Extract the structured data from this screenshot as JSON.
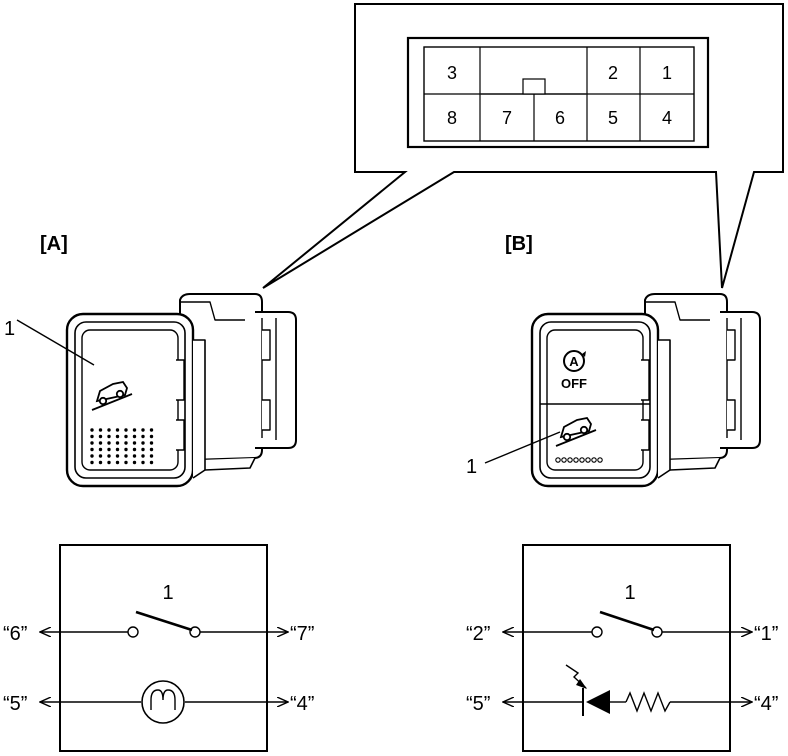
{
  "connector": {
    "pins_top": [
      "3",
      "2",
      "1"
    ],
    "pins_bottom": [
      "8",
      "7",
      "6",
      "5",
      "4"
    ]
  },
  "views": {
    "a": {
      "label": "[A]",
      "callout": "1"
    },
    "b": {
      "label": "[B]",
      "callout": "1",
      "button_a_letter": "A",
      "button_a_text": "OFF"
    }
  },
  "circuit_a": {
    "switch_label": "1",
    "left_top": "“6”",
    "right_top": "“7”",
    "left_bottom": "“5”",
    "right_bottom": "“4”"
  },
  "circuit_b": {
    "switch_label": "1",
    "left_top": "“2”",
    "right_top": "“1”",
    "left_bottom": "“5”",
    "right_bottom": "“4”"
  }
}
